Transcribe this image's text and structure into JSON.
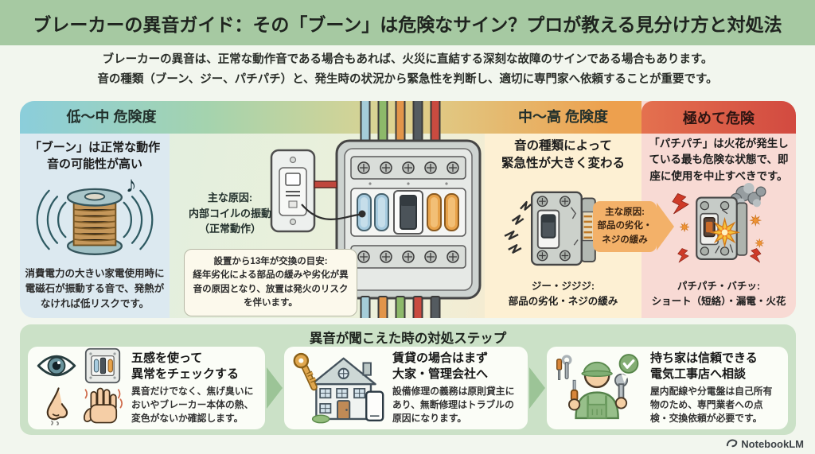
{
  "header": {
    "title": "ブレーカーの異音ガイド：その「ブーン」は危険なサイン？プロが教える見分け方と対処法",
    "subtitle_line1": "ブレーカーの異音は、正常な動作音である場合もあれば、火災に直結する深刻な故障のサインである場合もあります。",
    "subtitle_line2": "音の種類（ブーン、ジー、パチパチ）と、発生時の状況から緊急性を判断し、適切に専門家へ依頼することが重要です。"
  },
  "risk_panels": {
    "low_mid": {
      "header": "低〜中 危険度",
      "title": "「ブーン」は正常な動作\n音の可能性が高い",
      "icon": "vibrating-coil-icon",
      "description": "消費電力の大きい家電使用時に電磁石が振動する音で、発熱がなければ低リスクです。"
    },
    "center_diagram": {
      "icon": "breaker-panel-illustration",
      "cause_label": "主な原因:\n内部コイルの振動\n（正常動作）",
      "note": "設置から13年が交換の目安:\n経年劣化による部品の緩みや劣化が異音の原因となり、放置は発火のリスクを伴います。"
    },
    "mid_high": {
      "header": "中〜高 危険度",
      "title": "音の種類によって\n緊急性が大きく変わる",
      "icon": "vibrating-breaker-icon",
      "caption": "ジー・ジジジ:\n部品の劣化・ネジの緩み",
      "cause_callout": "主な原因:\n部品の劣化・\nネジの緩み"
    },
    "extreme": {
      "header": "極めて危険",
      "title": "「パチパチ」は火花が発生している最も危険な状態で、即座に使用を中止すべきです。",
      "icon": "sparking-breaker-icon",
      "caption": "パチパチ・バチッ:\nショート（短絡）・漏電・火花"
    }
  },
  "steps_section": {
    "header": "異音が聞こえた時の対処ステップ",
    "steps": [
      {
        "title": "五感を使って\n異常をチェックする",
        "description": "異音だけでなく、焦げ臭いにおいやブレーカー本体の熱、変色がないか確認します。",
        "icons": [
          "eye-icon",
          "breaker-panel-icon",
          "nose-icon",
          "hand-icon"
        ]
      },
      {
        "title": "賃貸の場合はまず\n大家・管理会社へ",
        "description": "設備修理の義務は原則貸主にあり、無断修理はトラブルの原因になります。",
        "icons": [
          "key-icon",
          "house-icon",
          "phone-icon"
        ]
      },
      {
        "title": "持ち家は信頼できる\n電気工事店へ相談",
        "description": "屋内配線や分電盤は自己所有物のため、専門業者への点検・交換依頼が必要です。",
        "icons": [
          "electrician-icon",
          "check-badge-icon",
          "wrench-icon"
        ]
      }
    ]
  },
  "footer": {
    "brand": "NotebookLM"
  },
  "colors": {
    "theme_green": "#a6c9a2",
    "low_risk": "#8bcedb",
    "mid_risk": "#eda04e",
    "extreme_risk": "#d24a40",
    "panel_low_bg": "#dce9f0",
    "panel_mid_bg": "#fdf0d3",
    "panel_extreme_bg": "#f8dad4",
    "steps_bg": "#cbe1c7"
  }
}
